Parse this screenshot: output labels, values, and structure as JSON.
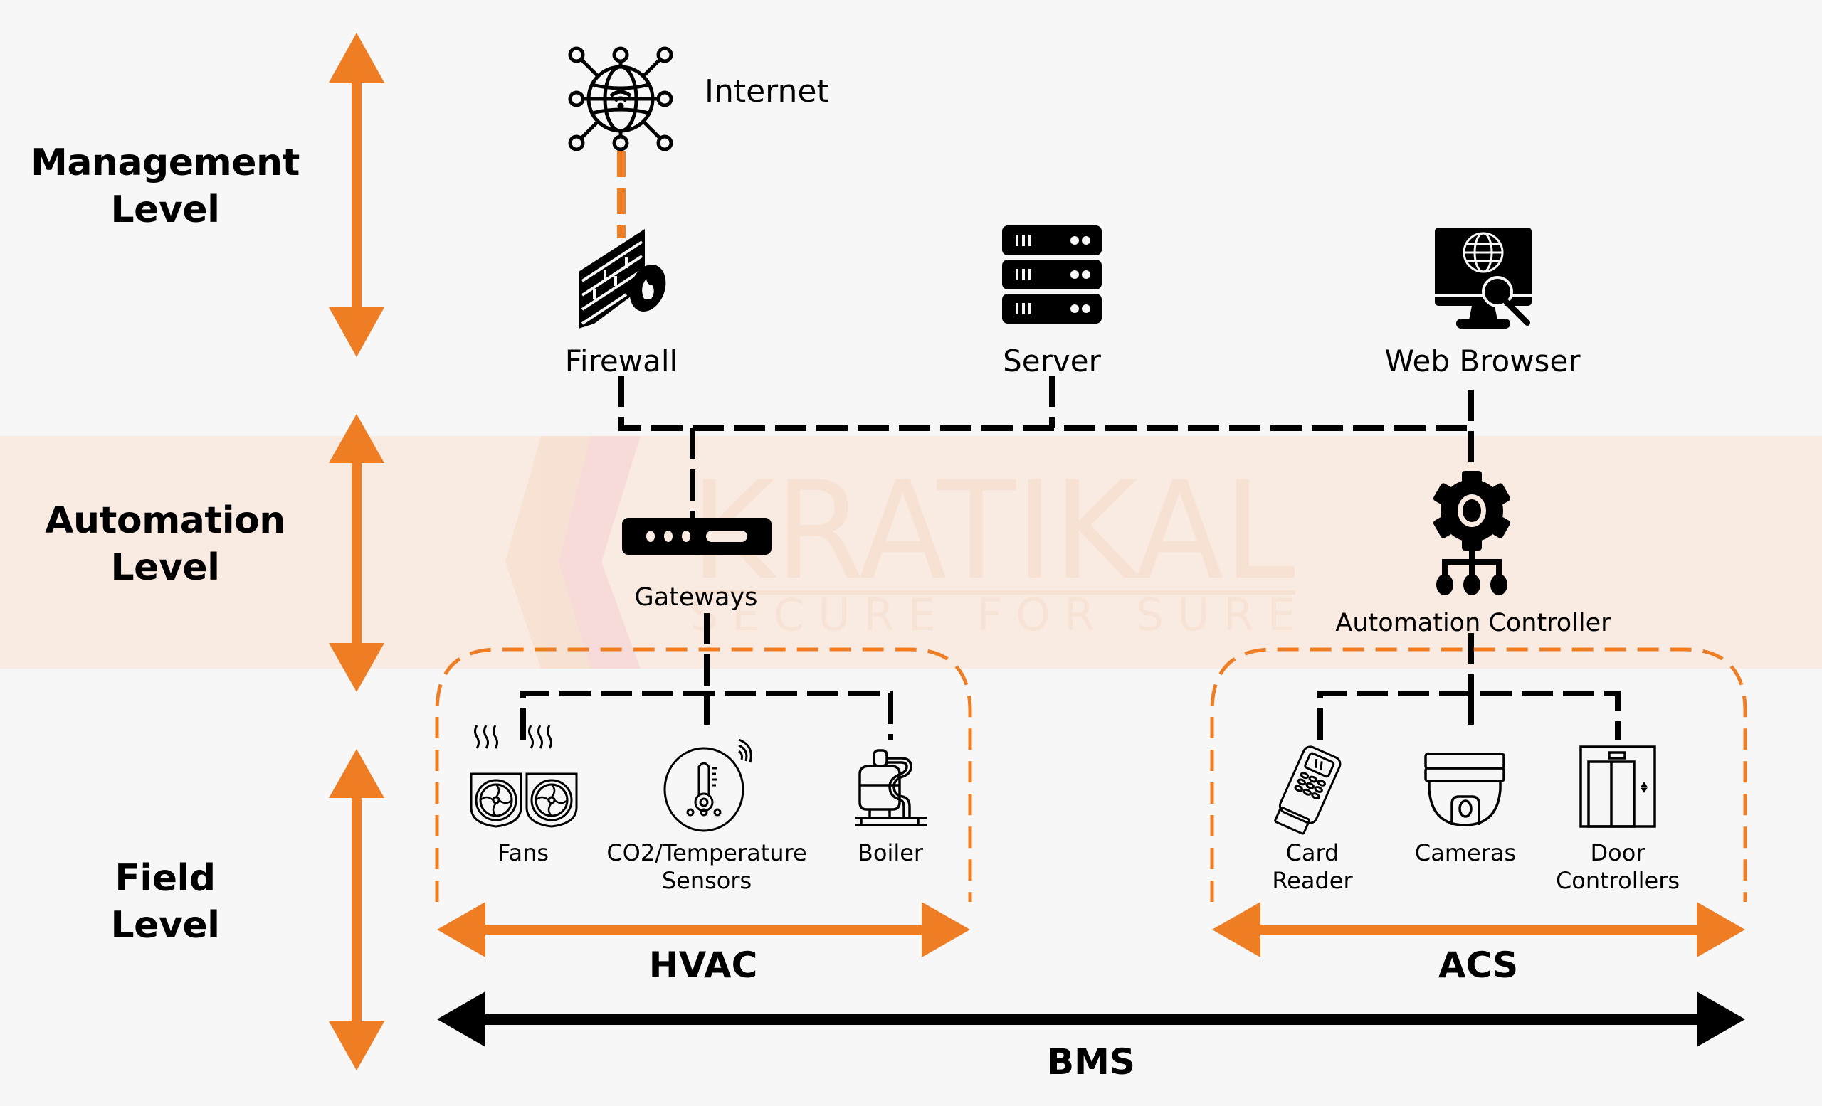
{
  "watermark": {
    "brand": "KRATIKAL",
    "tagline": "SECURE FOR SURE"
  },
  "levels": [
    {
      "line1": "Management",
      "line2": "Level"
    },
    {
      "line1": "Automation",
      "line2": "Level"
    },
    {
      "line1": "Field",
      "line2": "Level"
    }
  ],
  "management": {
    "internet": {
      "label": "Internet",
      "icon": "globe-network-icon"
    },
    "firewall": {
      "label": "Firewall",
      "icon": "firewall-icon"
    },
    "server": {
      "label": "Server",
      "icon": "server-rack-icon"
    },
    "web_browser": {
      "label": "Web Browser",
      "icon": "monitor-globe-search-icon"
    }
  },
  "automation": {
    "gateways": {
      "label": "Gateways",
      "icon": "router-icon"
    },
    "controller": {
      "label": "Automation Controller",
      "icon": "gear-network-icon"
    }
  },
  "field": {
    "hvac": {
      "system_label": "HVAC",
      "devices": [
        {
          "label": "Fans",
          "icon": "fans-icon"
        },
        {
          "label_line1": "CO2/Temperature",
          "label_line2": "Sensors",
          "icon": "temperature-sensor-icon"
        },
        {
          "label": "Boiler",
          "icon": "boiler-icon"
        }
      ]
    },
    "acs": {
      "system_label": "ACS",
      "devices": [
        {
          "label_line1": "Card",
          "label_line2": "Reader",
          "icon": "card-reader-icon"
        },
        {
          "label": "Cameras",
          "icon": "dome-camera-icon"
        },
        {
          "label_line1": "Door",
          "label_line2": "Controllers",
          "icon": "elevator-door-icon"
        }
      ]
    }
  },
  "bms": {
    "label": "BMS"
  },
  "colors": {
    "accent": "#ee7d24",
    "band": "#faebe2",
    "background": "#f7f7f7",
    "ink": "#000000"
  }
}
